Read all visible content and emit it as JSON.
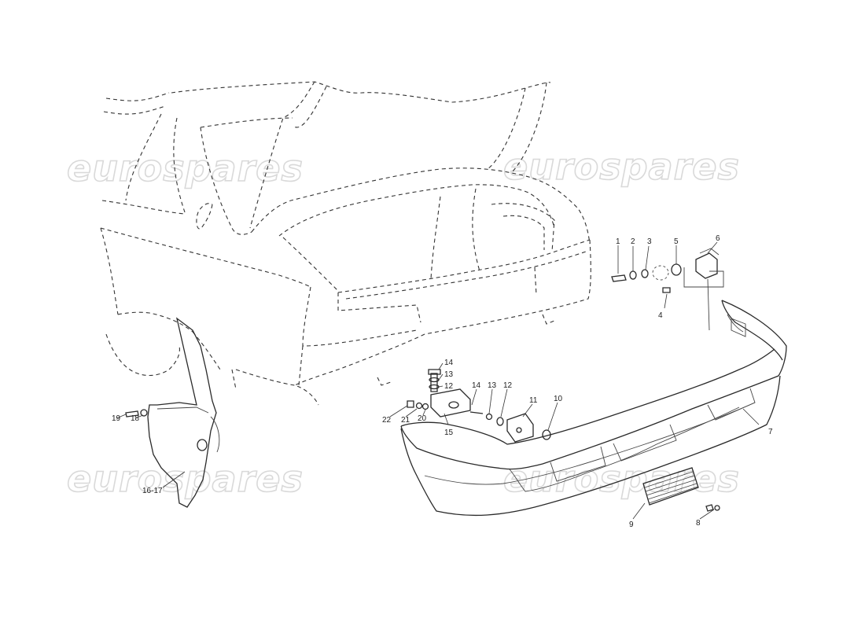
{
  "watermark": {
    "text": "eurospares"
  },
  "labels": {
    "l1": "1",
    "l2": "2",
    "l3": "3",
    "l4": "4",
    "l5": "5",
    "l6": "6",
    "l7": "7",
    "l8": "8",
    "l9": "9",
    "l10": "10",
    "l11": "11",
    "l12a": "12",
    "l12b": "12",
    "l13a": "13",
    "l13b": "13",
    "l14a": "14",
    "l14b": "14",
    "l15": "15",
    "l1617": "16-17",
    "l18": "18",
    "l19": "19",
    "l20": "20",
    "l21": "21",
    "l22": "22"
  }
}
